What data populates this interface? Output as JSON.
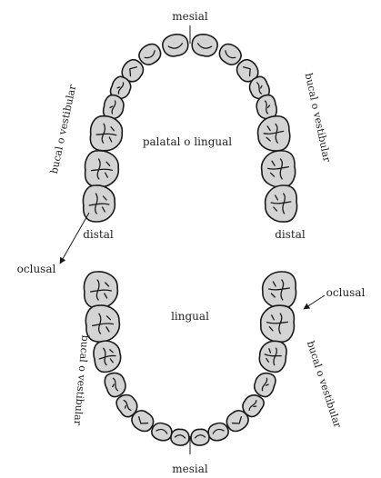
{
  "labels": {
    "mesial_top": "mesial",
    "mesial_bottom": "mesial",
    "buccal_upper_left": "bucal o vestibular",
    "buccal_upper_right": "bucal o vestibular",
    "buccal_lower_left": "bucal o vestibular",
    "buccal_lower_right": "bucal o vestibular",
    "palatal": "palatal o lingual",
    "lingual": "lingual",
    "distal_left": "distal",
    "distal_right": "distal",
    "occlusal_left": "oclusal",
    "occlusal_right": "oclusal"
  },
  "upper_arch": {
    "teeth_per_side": 8
  },
  "lower_arch": {
    "teeth_per_side": 8
  }
}
